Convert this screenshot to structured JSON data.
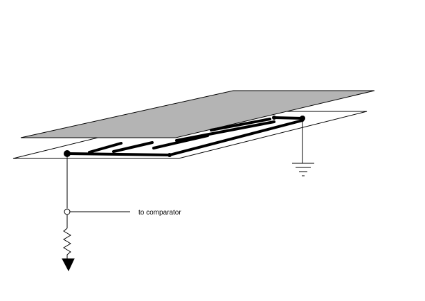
{
  "diagram": {
    "labels": {
      "comparator": "to comparator"
    },
    "colors": {
      "top_plate_fill": "#b4b4b4",
      "stroke": "#000000",
      "background": "#ffffff"
    },
    "components": [
      "top-plate",
      "bottom-plate",
      "conductor-traces",
      "ground-symbol",
      "resistor",
      "sense-node",
      "arrow-down-icon"
    ]
  }
}
